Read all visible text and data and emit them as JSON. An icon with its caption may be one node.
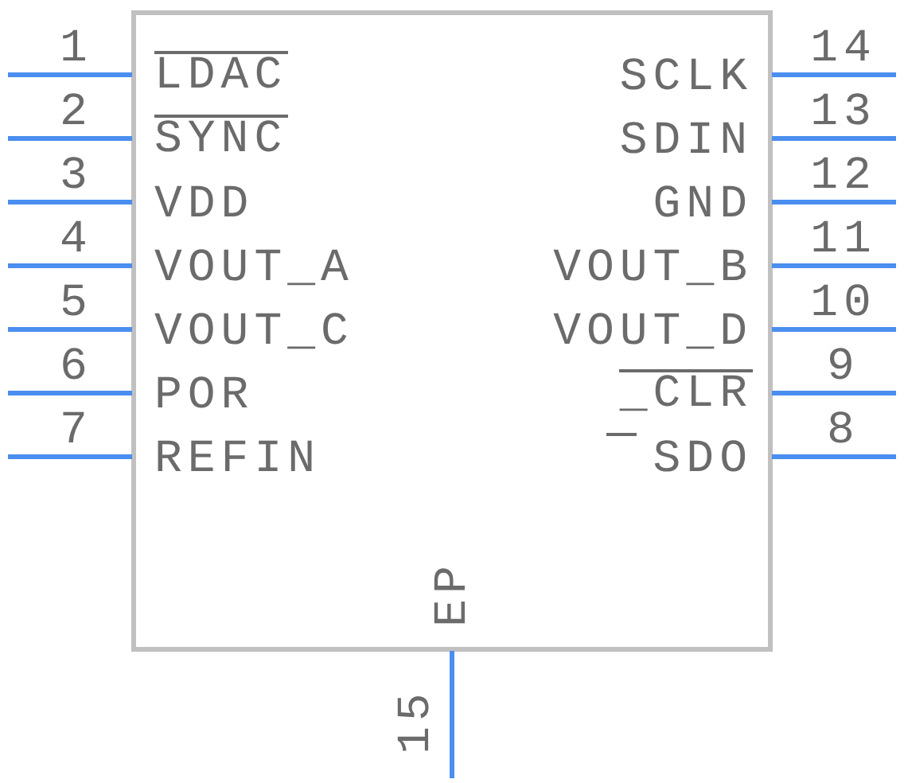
{
  "diagram": {
    "nodes": [
      {
        "text": [],
        "shape": "box"
      }
    ],
    "labels": [
      "1",
      "LDAC",
      "2",
      "SYNC",
      "3",
      "VDD",
      "4",
      "VOUT_A",
      "5",
      "VOUT_C",
      "6",
      "POR",
      "7",
      "REFIN",
      "14",
      "SCLK",
      "13",
      "SDIN",
      "12",
      "GND",
      "11",
      "VOUT_B",
      "10",
      "VOUT_D",
      "9",
      "_CLR",
      "8",
      "SDO",
      "EP",
      "15"
    ]
  }
}
